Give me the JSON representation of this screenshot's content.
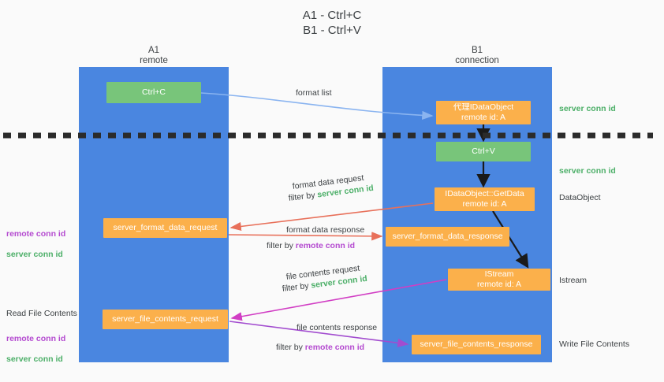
{
  "title": "A1 - Ctrl+C\nB1 - Ctrl+V",
  "lanes": [
    {
      "name": "A1",
      "sub": "remote",
      "label": "A1\nremote"
    },
    {
      "name": "B1",
      "sub": "connection",
      "label": "B1\nconnection"
    }
  ],
  "colors": {
    "lane": "#4a86e0",
    "green_node": "#78c57a",
    "orange_node": "#fbb04b",
    "server_conn_id": "#4caf68",
    "remote_conn_id": "#b44ad0",
    "background": "#fafafa",
    "text": "#3c4043",
    "blue_arrow": "#8ab4f0",
    "red_arrow": "#e8705a",
    "magenta_arrow": "#d13ec4",
    "purple_arrow": "#a24ccf",
    "black_arrow": "#1a1a1a"
  },
  "nodes": {
    "ctrl_c": "Ctrl+C",
    "proxy_dataobject": "代理IDataObject\nremote id: A",
    "ctrl_v": "Ctrl+V",
    "getdata": "IDataObject::GetData\nremote id: A",
    "istream": "IStream\nremote id: A",
    "server_format_data_request": "server_format_data_request",
    "server_format_data_response": "server_format_data_response",
    "server_file_contents_request": "server_file_contents_request",
    "server_file_contents_response": "server_file_contents_response"
  },
  "edge_labels": {
    "format_list": "format list",
    "format_data_request": "format data request",
    "format_data_request_filter_prefix": "filter by ",
    "format_data_request_filter_value": "server conn id",
    "format_data_response": "format data response",
    "format_data_response_filter_prefix": "filter by ",
    "format_data_response_filter_value": "remote conn id",
    "file_contents_request": "file contents request",
    "file_contents_request_filter_prefix": "filter by ",
    "file_contents_request_filter_value": "server conn id",
    "file_contents_response": "file contents response",
    "file_contents_response_filter_prefix": "filter by ",
    "file_contents_response_filter_value": "remote conn id"
  },
  "annotations": {
    "right_server_conn_id_top": "server conn id",
    "right_server_conn_id_mid": "server conn id",
    "right_dataobject": "DataObject",
    "right_istream": "Istream",
    "right_write_file_contents": "Write File Contents",
    "left_remote_conn_id_1": "remote conn id",
    "left_server_conn_id_1": "server conn id",
    "left_read_file_contents": "Read File Contents",
    "left_remote_conn_id_2": "remote conn id",
    "left_server_conn_id_2": "server conn id"
  }
}
